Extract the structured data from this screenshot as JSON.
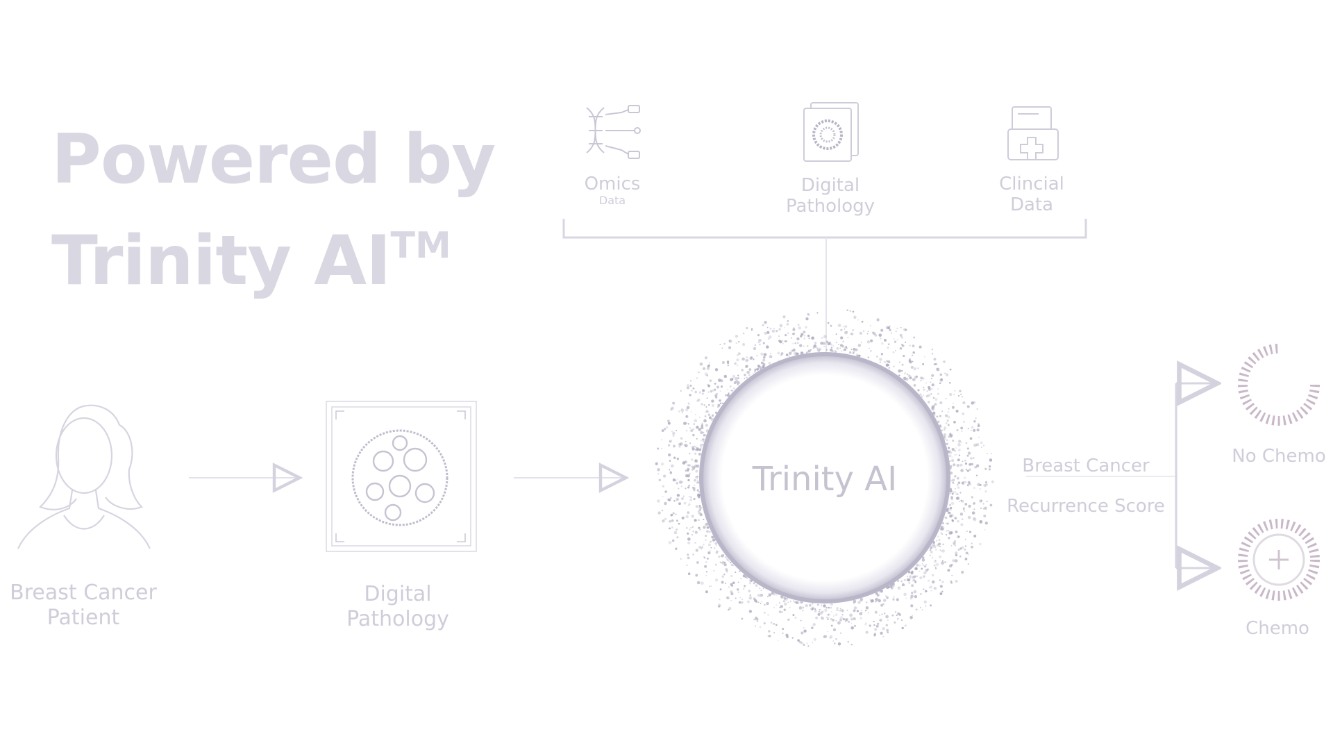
{
  "headline": {
    "line1": "Powered by",
    "line2": "Trinity AI",
    "trademark": "TM"
  },
  "inputs": [
    {
      "title": "Omics",
      "subtitle": "Data",
      "icon": "dna-network-icon"
    },
    {
      "title": "Digital",
      "subtitle": "Pathology",
      "icon": "pathology-slide-icon"
    },
    {
      "title": "Clincial",
      "subtitle": "Data",
      "icon": "medical-folder-icon"
    }
  ],
  "flow": {
    "patient": {
      "line1": "Breast Cancer",
      "line2": "Patient",
      "icon": "woman-silhouette-icon"
    },
    "pathology": {
      "line1": "Digital",
      "line2": "Pathology",
      "icon": "tissue-slide-icon"
    },
    "engine": {
      "label": "Trinity AI"
    },
    "score": {
      "line1": "Breast Cancer",
      "line2": "Recurrence Score"
    }
  },
  "outcomes": [
    {
      "label": "No Chemo",
      "icon": "dashed-ring-icon"
    },
    {
      "label": "Chemo",
      "icon": "medical-cross-ring-icon"
    }
  ],
  "colors": {
    "text": "#cfcdd9",
    "line": "#d7d5e0",
    "ring": "#bdbbcc",
    "particles": "#a8a2b8"
  }
}
